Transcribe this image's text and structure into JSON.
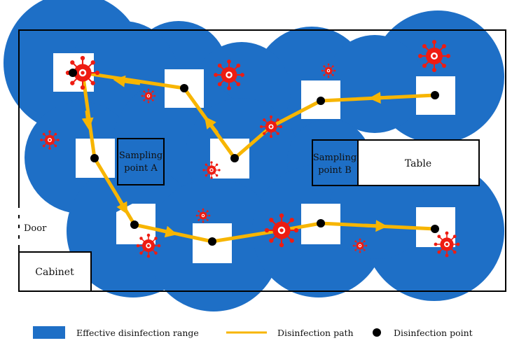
{
  "colors": {
    "coverage": "#1E6FC6",
    "path": "#F7B500",
    "point": "#000000",
    "virus": "#EE1C12",
    "wall": "#000000"
  },
  "labels": {
    "door": "Door",
    "cabinet": "Cabinet",
    "table": "Table",
    "sampling_a_line1": "Sampling",
    "sampling_a_line2": "point A",
    "sampling_b_line1": "Sampling",
    "sampling_b_line2": "point B"
  },
  "legend": {
    "coverage": "Effective disinfection range",
    "path": "Disinfection path",
    "point": "Disinfection point"
  },
  "icons": {
    "virus": "virus-icon",
    "disinfection_point": "black-dot-icon"
  }
}
